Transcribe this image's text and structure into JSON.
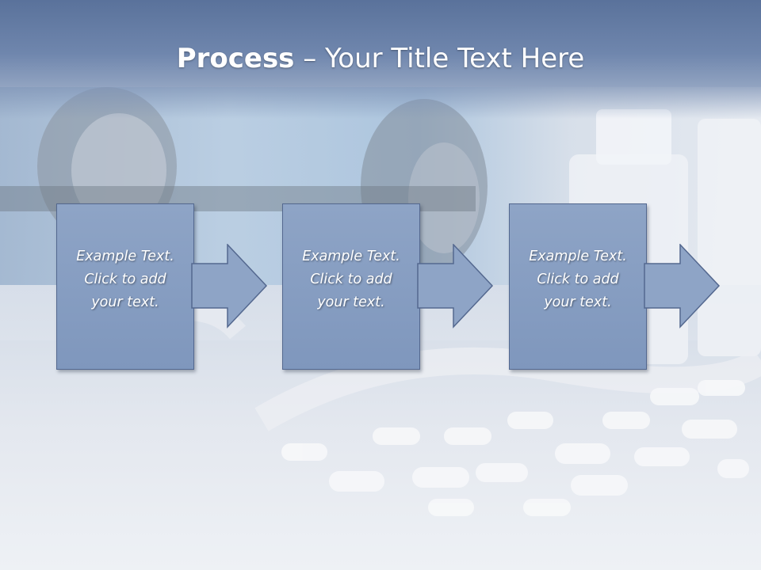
{
  "slide": {
    "title_bold": "Process",
    "title_rest": " – Your Title Text Here"
  },
  "steps": [
    {
      "line1": "Example Text.",
      "line2": "Click  to add",
      "line3": "your text."
    },
    {
      "line1": "Example Text.",
      "line2": "Click  to add",
      "line3": "your text."
    },
    {
      "line1": "Example Text.",
      "line2": "Click  to add",
      "line3": "your text."
    }
  ],
  "colors": {
    "header": "#5a729b",
    "box_fill": "#8ea4c6",
    "box_border": "#54688f",
    "text": "#ffffff"
  }
}
